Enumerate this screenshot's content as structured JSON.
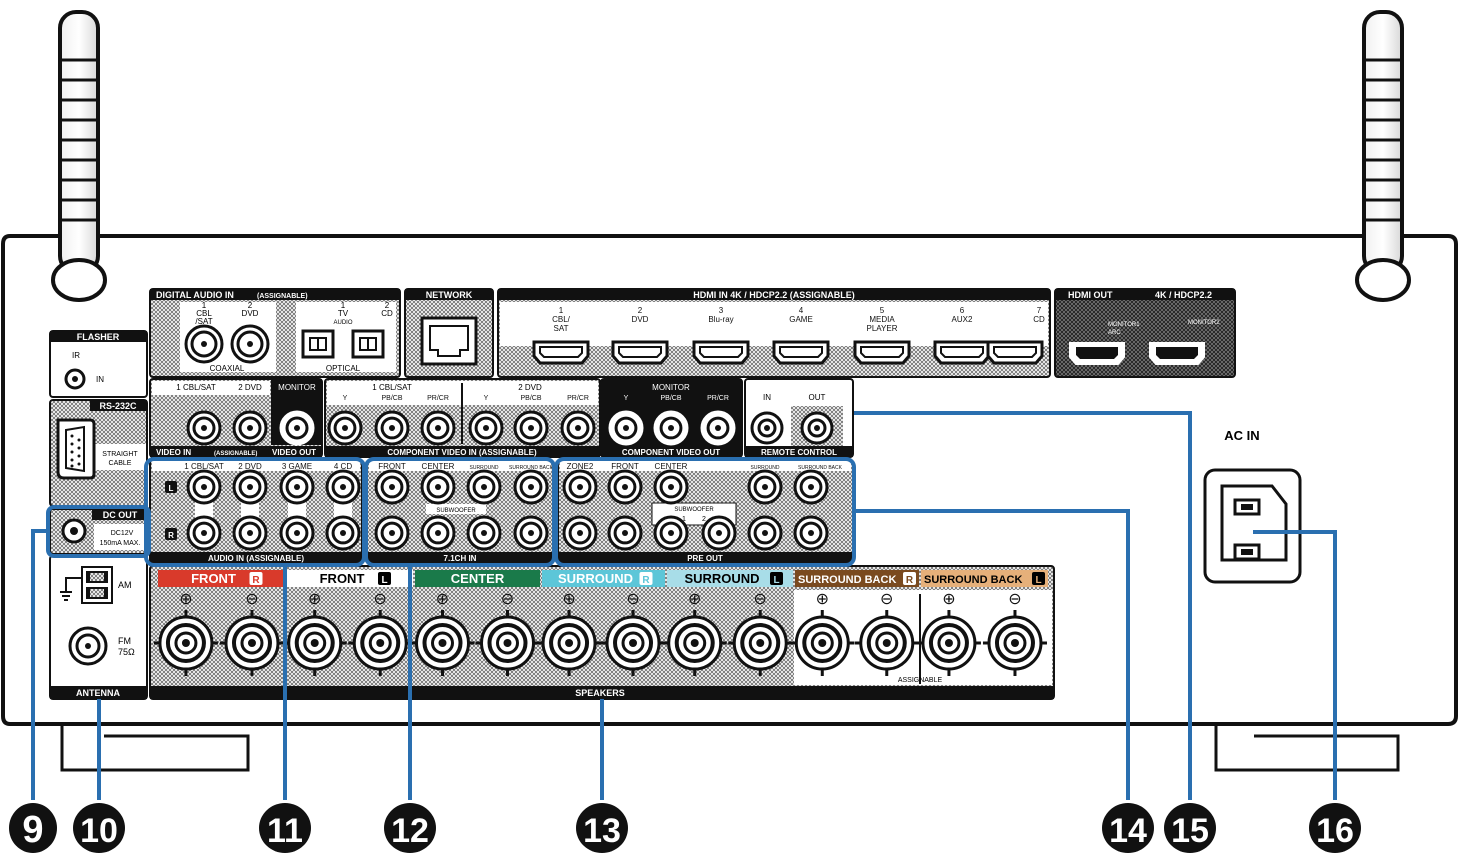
{
  "panel": {
    "digital_audio": {
      "title": "DIGITAL AUDIO IN",
      "title_sub": "(ASSIGNABLE)",
      "coax_labels": [
        [
          "1",
          "CBL",
          "/SAT"
        ],
        [
          "2",
          "DVD"
        ]
      ],
      "optical_labels": [
        [
          "1",
          "TV",
          "AUDIO"
        ],
        [
          "2",
          "CD"
        ]
      ],
      "coaxial": "COAXIAL",
      "optical": "OPTICAL"
    },
    "network": "NETWORK",
    "hdmi_in": {
      "title": "HDMI IN 4K / HDCP2.2 (ASSIGNABLE)",
      "ports": [
        [
          "1",
          "CBL/",
          "SAT"
        ],
        [
          "2",
          "DVD"
        ],
        [
          "3",
          "Blu-ray"
        ],
        [
          "4",
          "GAME"
        ],
        [
          "5",
          "MEDIA",
          "PLAYER"
        ],
        [
          "6",
          "AUX2"
        ],
        [
          "7",
          "CD"
        ]
      ]
    },
    "hdmi_out": {
      "title": "HDMI OUT",
      "title2": "4K / HDCP2.2",
      "monitor1": "MONITOR1",
      "arc": "ARC",
      "monitor2": "MONITOR2"
    },
    "flasher": {
      "title": "FLASHER",
      "ir": "IR",
      "in": "IN"
    },
    "rs232c": {
      "title": "RS-232C",
      "straight": "STRAIGHT",
      "cable": "CABLE"
    },
    "dc_out": {
      "title": "DC OUT",
      "line1": "DC12V",
      "line2": "150mA MAX."
    },
    "antenna": {
      "title": "ANTENNA",
      "am": "AM",
      "fm": "FM",
      "ohm": "75Ω"
    },
    "video_in": {
      "labels": [
        "1 CBL/SAT",
        "2 DVD"
      ],
      "title": "VIDEO IN",
      "title_sub": "(ASSIGNABLE)",
      "monitor": "MONITOR",
      "video_out": "VIDEO OUT"
    },
    "component_in": {
      "group1": "1 CBL/SAT",
      "group2": "2 DVD",
      "cols": [
        "Y",
        "PB/CB",
        "PR/CR",
        "Y",
        "PB/CB",
        "PR/CR"
      ],
      "title": "COMPONENT VIDEO IN (ASSIGNABLE)"
    },
    "component_out": {
      "monitor": "MONITOR",
      "cols": [
        "Y",
        "PB/CB",
        "PR/CR"
      ],
      "title": "COMPONENT VIDEO OUT"
    },
    "remote": {
      "in": "IN",
      "out": "OUT",
      "title": "REMOTE CONTROL"
    },
    "audio_in": {
      "labels": [
        "1 CBL/SAT",
        "2 DVD",
        "3 GAME",
        "4 CD"
      ],
      "title": "AUDIO IN (ASSIGNABLE)",
      "l": "L",
      "r": "R"
    },
    "ch71_in": {
      "labels": [
        "FRONT",
        "CENTER",
        "SURROUND",
        "SURROUND BACK"
      ],
      "subwoofer": "SUBWOOFER",
      "title": "7.1CH IN"
    },
    "pre_out": {
      "labels": [
        "ZONE2",
        "FRONT",
        "CENTER",
        "SURROUND",
        "SURROUND BACK"
      ],
      "subwoofer": "SUBWOOFER",
      "sub_nums": [
        "1",
        "2"
      ],
      "title": "PRE OUT"
    },
    "speakers": {
      "title": "SPEAKERS",
      "assignable": "ASSIGNABLE",
      "channels": [
        {
          "label": "FRONT",
          "side": "R",
          "color": "#d93a2b",
          "text_color": "#ffffff"
        },
        {
          "label": "FRONT",
          "side": "L",
          "color": "#ffffff",
          "text_color": "#000000"
        },
        {
          "label": "CENTER",
          "side": "",
          "color": "#1a7a4a",
          "text_color": "#ffffff"
        },
        {
          "label": "SURROUND",
          "side": "R",
          "color": "#5cc6d8",
          "text_color": "#ffffff"
        },
        {
          "label": "SURROUND",
          "side": "L",
          "color": "#a8dde8",
          "text_color": "#000000"
        },
        {
          "label": "SURROUND BACK",
          "side": "R",
          "color": "#7a4a1f",
          "text_color": "#ffffff"
        },
        {
          "label": "SURROUND BACK",
          "side": "L",
          "color": "#e6b07a",
          "text_color": "#000000"
        }
      ],
      "plus": "⊕",
      "minus": "⊖"
    },
    "ac_in": "AC IN"
  },
  "callouts": [
    "9",
    "10",
    "11",
    "12",
    "13",
    "14",
    "15",
    "16"
  ]
}
